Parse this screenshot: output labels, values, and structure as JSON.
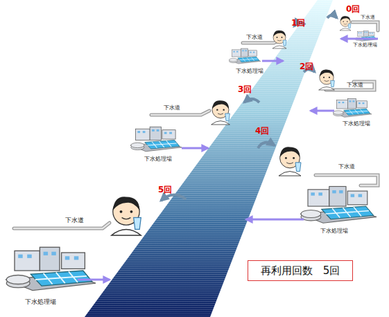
{
  "diagram": {
    "nodes": [
      {
        "text": [
          "再利用回数　5回"
        ]
      }
    ],
    "labels": [
      "0回",
      "下水道",
      "下水処理場",
      "1回",
      "下水道",
      "下水処理場",
      "2回",
      "下水道",
      "下水処理場",
      "3回",
      "下水道",
      "下水処理場",
      "4回",
      "下水道",
      "下水処理場",
      "5回",
      "下水道",
      "下水処理場"
    ]
  }
}
